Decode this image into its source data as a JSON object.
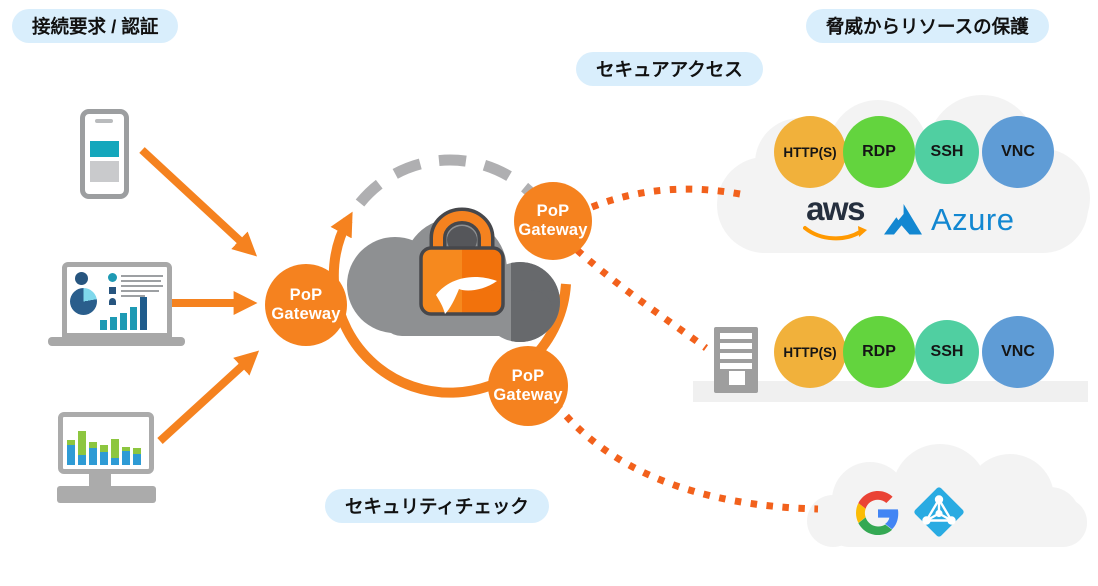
{
  "labels": {
    "auth": "接続要求 / 認証",
    "secure_access": "セキュアアクセス",
    "threat_protection": "脅威からリソースの保護",
    "security_check": "セキュリティチェック"
  },
  "gateway": {
    "line1": "PoP",
    "line2": "Gateway"
  },
  "protocols": [
    "HTTP(S)",
    "RDP",
    "SSH",
    "VNC"
  ],
  "logos": {
    "aws": "aws",
    "azure": "Azure"
  },
  "icons": {
    "smartphone-icon": "mobile device",
    "laptop-icon": "laptop with dashboard",
    "desktop-icon": "desktop with bar chart",
    "security-cloud-icon": "gray cloud",
    "padlock-icon": "orange padlock with swoosh",
    "server-icon": "on-premise server",
    "google-g-icon": "Google G logo",
    "azure-ad-icon": "Azure AD diamond logo",
    "aws-smile-icon": "aws orange smile arrow",
    "azure-triangle-icon": "Azure blue triangle"
  },
  "colors": {
    "orange": "#F5821F",
    "dotted_orange": "#F2611C",
    "pill_blue": "#D9EEFC",
    "cloud_gray_light": "#8E9092",
    "cloud_gray_dark": "#67696C",
    "lock_orange_light": "#F6891E",
    "lock_orange_dark": "#F2720C",
    "resource_cloud": "#F3F3F3",
    "proto_yellow": "#F1B13B",
    "proto_green": "#63D43E",
    "proto_teal": "#50CFA1",
    "proto_blue": "#5F9CD6",
    "aws_navy": "#252F3E",
    "aws_orange": "#FF9900",
    "azure_blue": "#1287D1",
    "aad_blue": "#29ABE2"
  },
  "device_charts": {
    "laptop_bars": [
      [
        {
          "h": 10,
          "c": "#1E9AB4"
        }
      ],
      [
        {
          "h": 13,
          "c": "#1E9AB4"
        }
      ],
      [
        {
          "h": 17,
          "c": "#1E9AB4"
        }
      ],
      [
        {
          "h": 23,
          "c": "#1E9AB4"
        }
      ],
      [
        {
          "h": 33,
          "c": "#1F5C8C"
        }
      ]
    ],
    "monitor_bars": [
      [
        {
          "h": 20,
          "c": "#2E9BD5"
        },
        {
          "h": 5,
          "c": "#8DC63F"
        }
      ],
      [
        {
          "h": 10,
          "c": "#2E9BD5"
        },
        {
          "h": 24,
          "c": "#8DC63F"
        }
      ],
      [
        {
          "h": 17,
          "c": "#2E9BD5"
        },
        {
          "h": 6,
          "c": "#8DC63F"
        }
      ],
      [
        {
          "h": 13,
          "c": "#2E9BD5"
        },
        {
          "h": 7,
          "c": "#8DC63F"
        }
      ],
      [
        {
          "h": 7,
          "c": "#2E9BD5"
        },
        {
          "h": 19,
          "c": "#8DC63F"
        }
      ],
      [
        {
          "h": 14,
          "c": "#2E9BD5"
        },
        {
          "h": 4,
          "c": "#8DC63F"
        }
      ],
      [
        {
          "h": 11,
          "c": "#2E9BD5"
        },
        {
          "h": 6,
          "c": "#8DC63F"
        }
      ]
    ]
  }
}
